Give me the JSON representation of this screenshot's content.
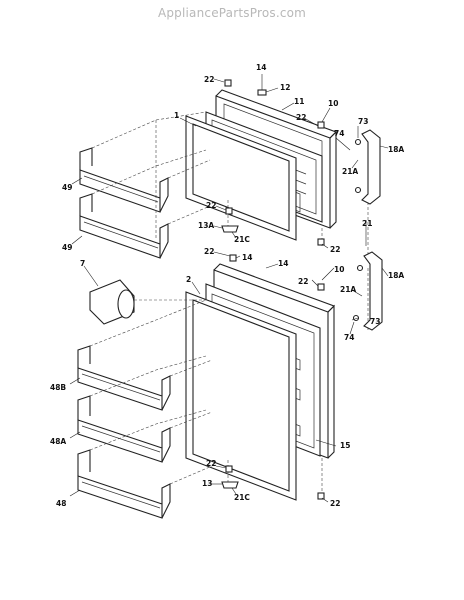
{
  "header": {
    "watermark": "AppliancePartsPros.com"
  },
  "callouts": {
    "c14_top": "14",
    "c22_top_left": "22",
    "c12": "12",
    "c11": "11",
    "c10_top": "10",
    "c22_top_right": "22",
    "c73_top": "73",
    "c74_top": "74",
    "c18A_top": "18A",
    "c21A_top": "21A",
    "c1": "1",
    "c49_upper": "49",
    "c49_lower": "49",
    "c22_mid": "22",
    "c13A": "13A",
    "c21C_top": "21C",
    "c21": "21",
    "c22_right_mid": "22",
    "c22_lower_left": "22",
    "c14_mid_a": "14",
    "c14_mid_b": "14",
    "c10_lower": "10",
    "c22_lower_right": "22",
    "c18A_lower": "18A",
    "c7": "7",
    "c2": "2",
    "c21A_lower": "21A",
    "c73_lower": "73",
    "c74_lower": "74",
    "c48B": "48B",
    "c48A": "48A",
    "c15": "15",
    "c22_bottom_left": "22",
    "c13": "13",
    "c21C_bottom": "21C",
    "c48": "48",
    "c22_bottom_right": "22"
  }
}
